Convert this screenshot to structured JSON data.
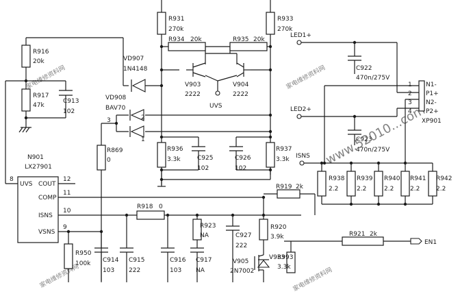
{
  "watermark": {
    "primary": "家电维修资料网",
    "url": "www.52010...com"
  },
  "rails": {
    "led1": "LED1+",
    "led2": "LED2+",
    "isns": "ISNS",
    "uvs": "UVS"
  },
  "ic": {
    "ref": "N901",
    "part": "LX27901",
    "pins": [
      {
        "num": "8",
        "name": "UVS"
      },
      {
        "num": "12",
        "name": "COUT"
      },
      {
        "num": "11",
        "name": "COMP"
      },
      {
        "num": "10",
        "name": "ISNS"
      },
      {
        "num": "9",
        "name": "VSNS"
      }
    ]
  },
  "resistors": {
    "R916": {
      "ref": "R916",
      "val": "20k"
    },
    "R917": {
      "ref": "R917",
      "val": "47k"
    },
    "R931": {
      "ref": "R931",
      "val": "270k"
    },
    "R933": {
      "ref": "R933",
      "val": "270k"
    },
    "R934": {
      "ref": "R934",
      "val": "20k"
    },
    "R935": {
      "ref": "R935",
      "val": "20k"
    },
    "R869": {
      "ref": "R869",
      "val": "0"
    },
    "R936": {
      "ref": "R936",
      "val": "3.3k"
    },
    "R937": {
      "ref": "R937",
      "val": "3.3k"
    },
    "R918": {
      "ref": "R918",
      "val": "0"
    },
    "R919": {
      "ref": "R919",
      "val": "2k"
    },
    "R920": {
      "ref": "R920",
      "val": "3.9k"
    },
    "R923": {
      "ref": "R923",
      "val": "NA"
    },
    "R950": {
      "ref": "R950",
      "val": "100k"
    },
    "R921": {
      "ref": "R921",
      "val": "2k"
    },
    "R993": {
      "ref": "R993",
      "val": "3.3k"
    },
    "R938": {
      "ref": "R938",
      "val": "2.2"
    },
    "R939": {
      "ref": "R939",
      "val": "2.2"
    },
    "R940": {
      "ref": "R940",
      "val": "2.2"
    },
    "R941": {
      "ref": "R941",
      "val": "2.2"
    },
    "R942": {
      "ref": "R942",
      "val": "2.2"
    }
  },
  "capacitors": {
    "C913": {
      "ref": "C913",
      "val": "102"
    },
    "C922": {
      "ref": "C922",
      "val": "470n/275V"
    },
    "C923": {
      "ref": "C923",
      "val": "470n/275V"
    },
    "C925": {
      "ref": "C925",
      "val": "102"
    },
    "C926": {
      "ref": "C926",
      "val": "102"
    },
    "C927": {
      "ref": "C927",
      "val": "222"
    },
    "C914": {
      "ref": "C914",
      "val": "103"
    },
    "C915": {
      "ref": "C915",
      "val": "222"
    },
    "C916": {
      "ref": "C916",
      "val": "103"
    },
    "C917": {
      "ref": "C917",
      "val": "NA"
    }
  },
  "diodes": {
    "VD907": {
      "ref": "VD907",
      "val": "1N4148"
    },
    "VD908": {
      "ref": "VD908",
      "val": "BAV70",
      "pins": [
        "3",
        "2",
        "1"
      ]
    },
    "V933": {
      "ref": "V933"
    }
  },
  "transistors": {
    "V903": {
      "ref": "V903",
      "val": "2222"
    },
    "V904": {
      "ref": "V904",
      "val": "2222"
    },
    "V905": {
      "ref": "V905",
      "val": "2N7002"
    }
  },
  "connector": {
    "ref": "XP901",
    "pins": [
      {
        "num": "1",
        "name": "N1-"
      },
      {
        "num": "2",
        "name": "P1+"
      },
      {
        "num": "3",
        "name": "N2-"
      },
      {
        "num": "4",
        "name": "P2+"
      }
    ]
  },
  "offpage": {
    "en": "EN1"
  }
}
